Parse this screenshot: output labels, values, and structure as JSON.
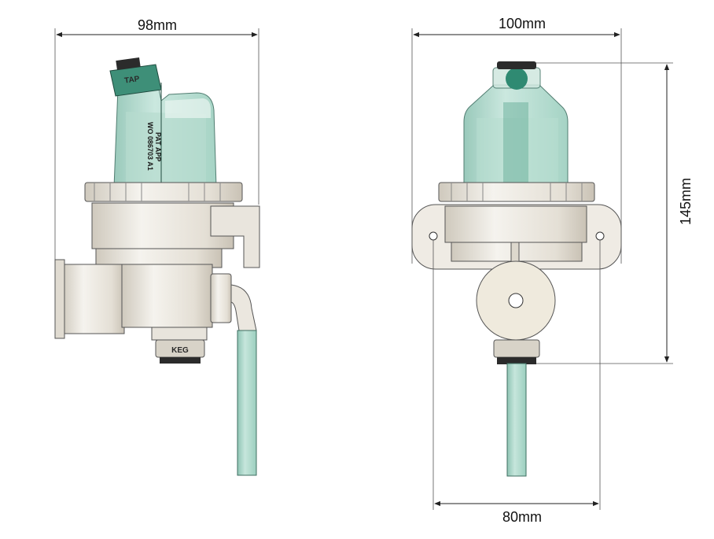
{
  "dimensions": {
    "side_width": "98mm",
    "front_width": "100mm",
    "front_height": "145mm",
    "base_width": "80mm"
  },
  "labels": {
    "tap": "TAP",
    "keg": "KEG",
    "patent_line1": "PAT APP",
    "patent_line2": "WO 086703 A1"
  },
  "colors": {
    "plastic": "#eeebe4",
    "plastic_dark": "#d9d4ca",
    "liquid": "#a9d7c9",
    "liquid_dark": "#2f8a72",
    "line": "#444444"
  }
}
